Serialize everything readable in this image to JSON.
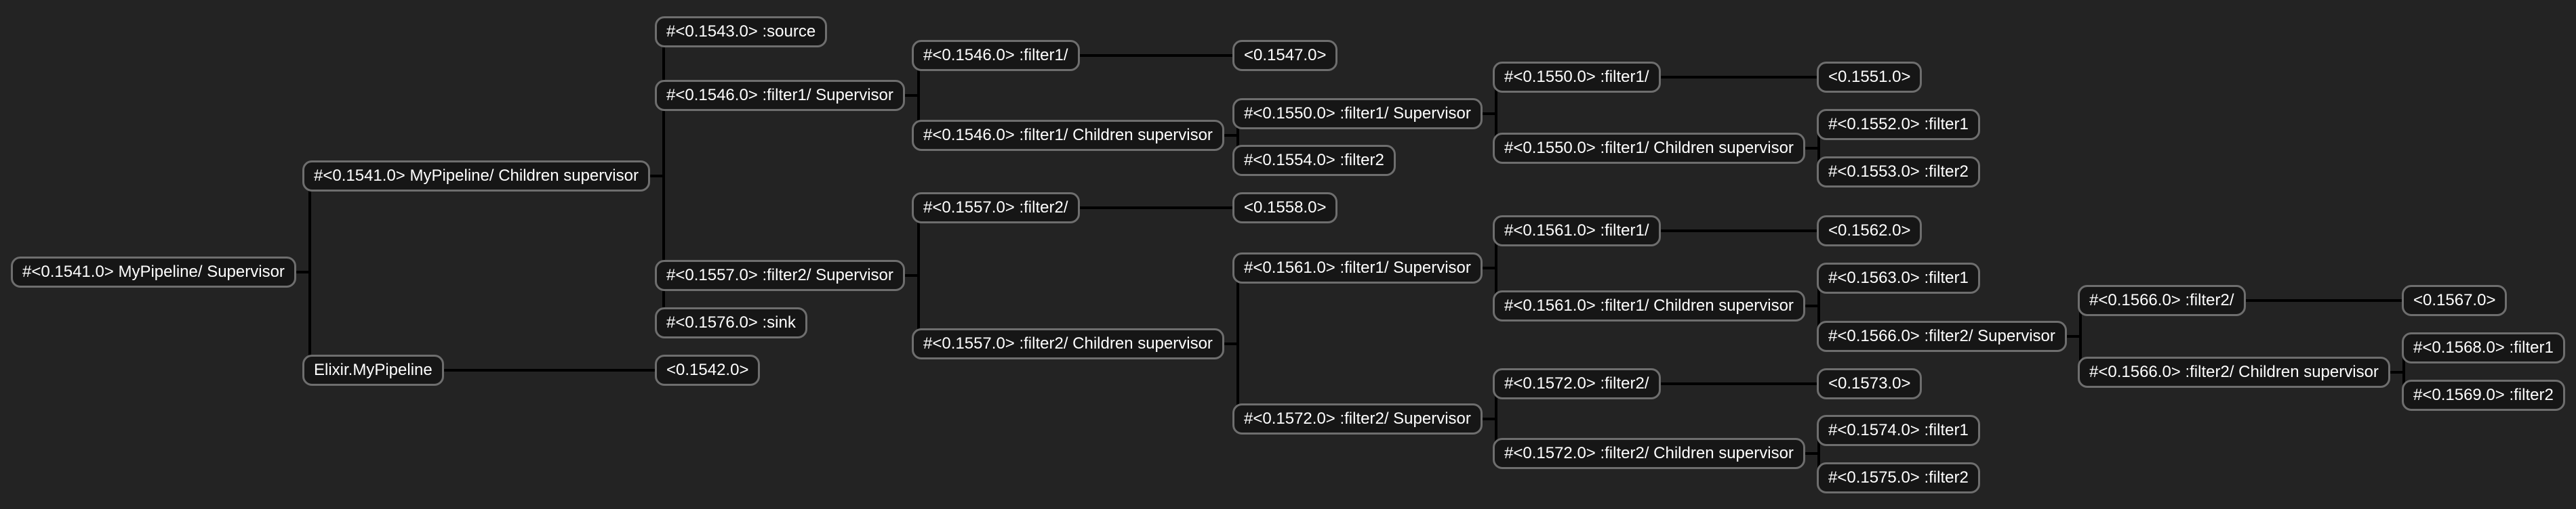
{
  "tree": {
    "id": "n1541",
    "label": "#<0.1541.0> MyPipeline/ Supervisor",
    "children": [
      {
        "id": "n1541c",
        "label": "#<0.1541.0> MyPipeline/ Children supervisor",
        "children": [
          {
            "id": "n1543",
            "label": "#<0.1543.0> :source"
          },
          {
            "id": "n1546",
            "label": "#<0.1546.0> :filter1/ Supervisor",
            "children": [
              {
                "id": "n1546f",
                "label": "#<0.1546.0> :filter1/",
                "children": [
                  {
                    "id": "n1547",
                    "label": "<0.1547.0>"
                  }
                ]
              },
              {
                "id": "n1546c",
                "label": "#<0.1546.0> :filter1/ Children supervisor",
                "children": [
                  {
                    "id": "n1550",
                    "label": "#<0.1550.0> :filter1/ Supervisor",
                    "children": [
                      {
                        "id": "n1550f",
                        "label": "#<0.1550.0> :filter1/",
                        "children": [
                          {
                            "id": "n1551",
                            "label": "<0.1551.0>"
                          }
                        ]
                      },
                      {
                        "id": "n1550c",
                        "label": "#<0.1550.0> :filter1/ Children supervisor",
                        "children": [
                          {
                            "id": "n1552",
                            "label": "#<0.1552.0> :filter1"
                          },
                          {
                            "id": "n1553",
                            "label": "#<0.1553.0> :filter2"
                          }
                        ]
                      }
                    ]
                  },
                  {
                    "id": "n1554",
                    "label": "#<0.1554.0> :filter2"
                  }
                ]
              }
            ]
          },
          {
            "id": "n1557",
            "label": "#<0.1557.0> :filter2/ Supervisor",
            "children": [
              {
                "id": "n1557f",
                "label": "#<0.1557.0> :filter2/",
                "children": [
                  {
                    "id": "n1558",
                    "label": "<0.1558.0>"
                  }
                ]
              },
              {
                "id": "n1557c",
                "label": "#<0.1557.0> :filter2/ Children supervisor",
                "children": [
                  {
                    "id": "n1561",
                    "label": "#<0.1561.0> :filter1/ Supervisor",
                    "children": [
                      {
                        "id": "n1561f",
                        "label": "#<0.1561.0> :filter1/",
                        "children": [
                          {
                            "id": "n1562",
                            "label": "<0.1562.0>"
                          }
                        ]
                      },
                      {
                        "id": "n1561c",
                        "label": "#<0.1561.0> :filter1/ Children supervisor",
                        "children": [
                          {
                            "id": "n1563",
                            "label": "#<0.1563.0> :filter1"
                          },
                          {
                            "id": "n1566",
                            "label": "#<0.1566.0> :filter2/ Supervisor",
                            "children": [
                              {
                                "id": "n1566f",
                                "label": "#<0.1566.0> :filter2/",
                                "children": [
                                  {
                                    "id": "n1567",
                                    "label": "<0.1567.0>"
                                  }
                                ]
                              },
                              {
                                "id": "n1566c",
                                "label": "#<0.1566.0> :filter2/ Children supervisor",
                                "children": [
                                  {
                                    "id": "n1568",
                                    "label": "#<0.1568.0> :filter1"
                                  },
                                  {
                                    "id": "n1569",
                                    "label": "#<0.1569.0> :filter2"
                                  }
                                ]
                              }
                            ]
                          }
                        ]
                      }
                    ]
                  },
                  {
                    "id": "n1572",
                    "label": "#<0.1572.0> :filter2/ Supervisor",
                    "children": [
                      {
                        "id": "n1572f",
                        "label": "#<0.1572.0> :filter2/",
                        "children": [
                          {
                            "id": "n1573",
                            "label": "<0.1573.0>"
                          }
                        ]
                      },
                      {
                        "id": "n1572c",
                        "label": "#<0.1572.0> :filter2/ Children supervisor",
                        "children": [
                          {
                            "id": "n1574",
                            "label": "#<0.1574.0> :filter1"
                          },
                          {
                            "id": "n1575",
                            "label": "#<0.1575.0> :filter2"
                          }
                        ]
                      }
                    ]
                  }
                ]
              }
            ]
          },
          {
            "id": "n1576",
            "label": "#<0.1576.0> :sink"
          }
        ]
      },
      {
        "id": "nelixir",
        "label": "Elixir.MyPipeline",
        "children": [
          {
            "id": "n1542",
            "label": "<0.1542.0>"
          }
        ]
      }
    ]
  },
  "colors": {
    "background": "#232323",
    "node_fill": "#161616",
    "node_border": "#6e6e6e",
    "edge": "#000000",
    "text": "#ffffff"
  }
}
